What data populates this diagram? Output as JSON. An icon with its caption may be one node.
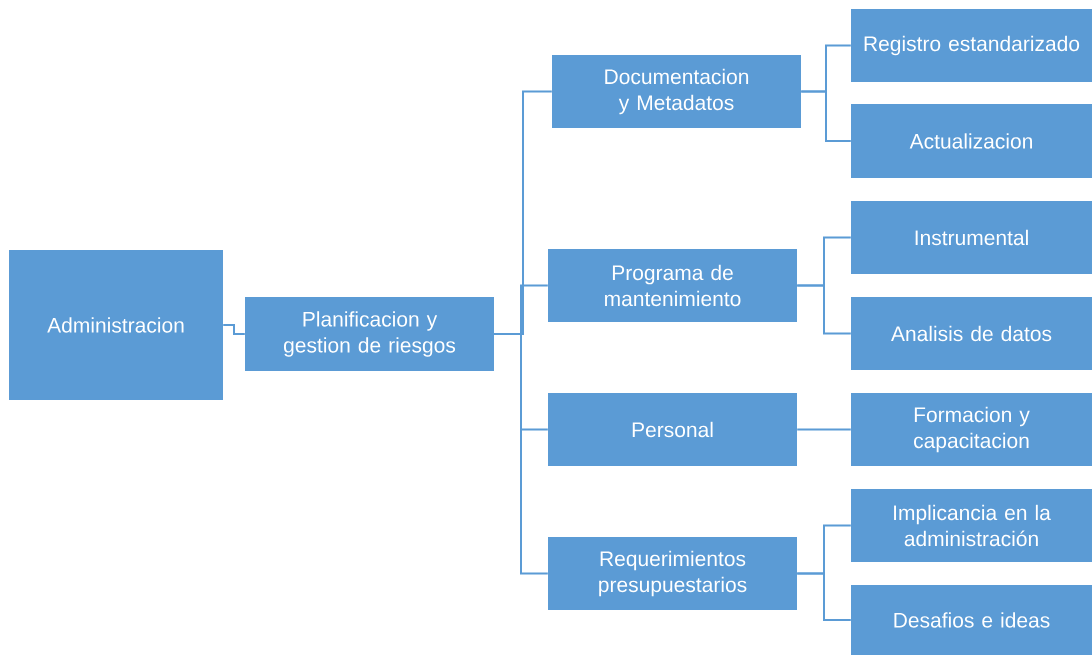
{
  "diagram": {
    "nodes": [
      {
        "text": [
          "Administracion"
        ]
      },
      {
        "text": [
          "Planificacion y gestion de riesgos"
        ]
      },
      {
        "text": [
          "Documentacion y Metadatos"
        ]
      },
      {
        "text": [
          "Programa de mantenimiento"
        ]
      },
      {
        "text": [
          "Personal"
        ]
      },
      {
        "text": [
          "Requerimientos presupuestarios"
        ]
      },
      {
        "text": [
          "Registro estandarizado"
        ]
      },
      {
        "text": [
          "Actualizacion"
        ]
      },
      {
        "text": [
          "Instrumental"
        ]
      },
      {
        "text": [
          "Analisis de datos"
        ]
      },
      {
        "text": [
          "Formacion y capacitacion"
        ]
      },
      {
        "text": [
          "Implicancia en la administración"
        ]
      },
      {
        "text": [
          "Desafios e ideas"
        ]
      }
    ],
    "edges": [
      {
        "from": 0,
        "to": 1,
        "arrow": "none"
      },
      {
        "from": 1,
        "to": 2,
        "arrow": "none"
      },
      {
        "from": 1,
        "to": 3,
        "arrow": "none"
      },
      {
        "from": 1,
        "to": 4,
        "arrow": "none"
      },
      {
        "from": 1,
        "to": 5,
        "arrow": "none"
      },
      {
        "from": 2,
        "to": 6,
        "arrow": "none"
      },
      {
        "from": 2,
        "to": 7,
        "arrow": "none"
      },
      {
        "from": 3,
        "to": 8,
        "arrow": "none"
      },
      {
        "from": 3,
        "to": 9,
        "arrow": "none"
      },
      {
        "from": 4,
        "to": 10,
        "arrow": "none"
      },
      {
        "from": 5,
        "to": 11,
        "arrow": "none"
      },
      {
        "from": 5,
        "to": 12,
        "arrow": "none"
      }
    ]
  }
}
